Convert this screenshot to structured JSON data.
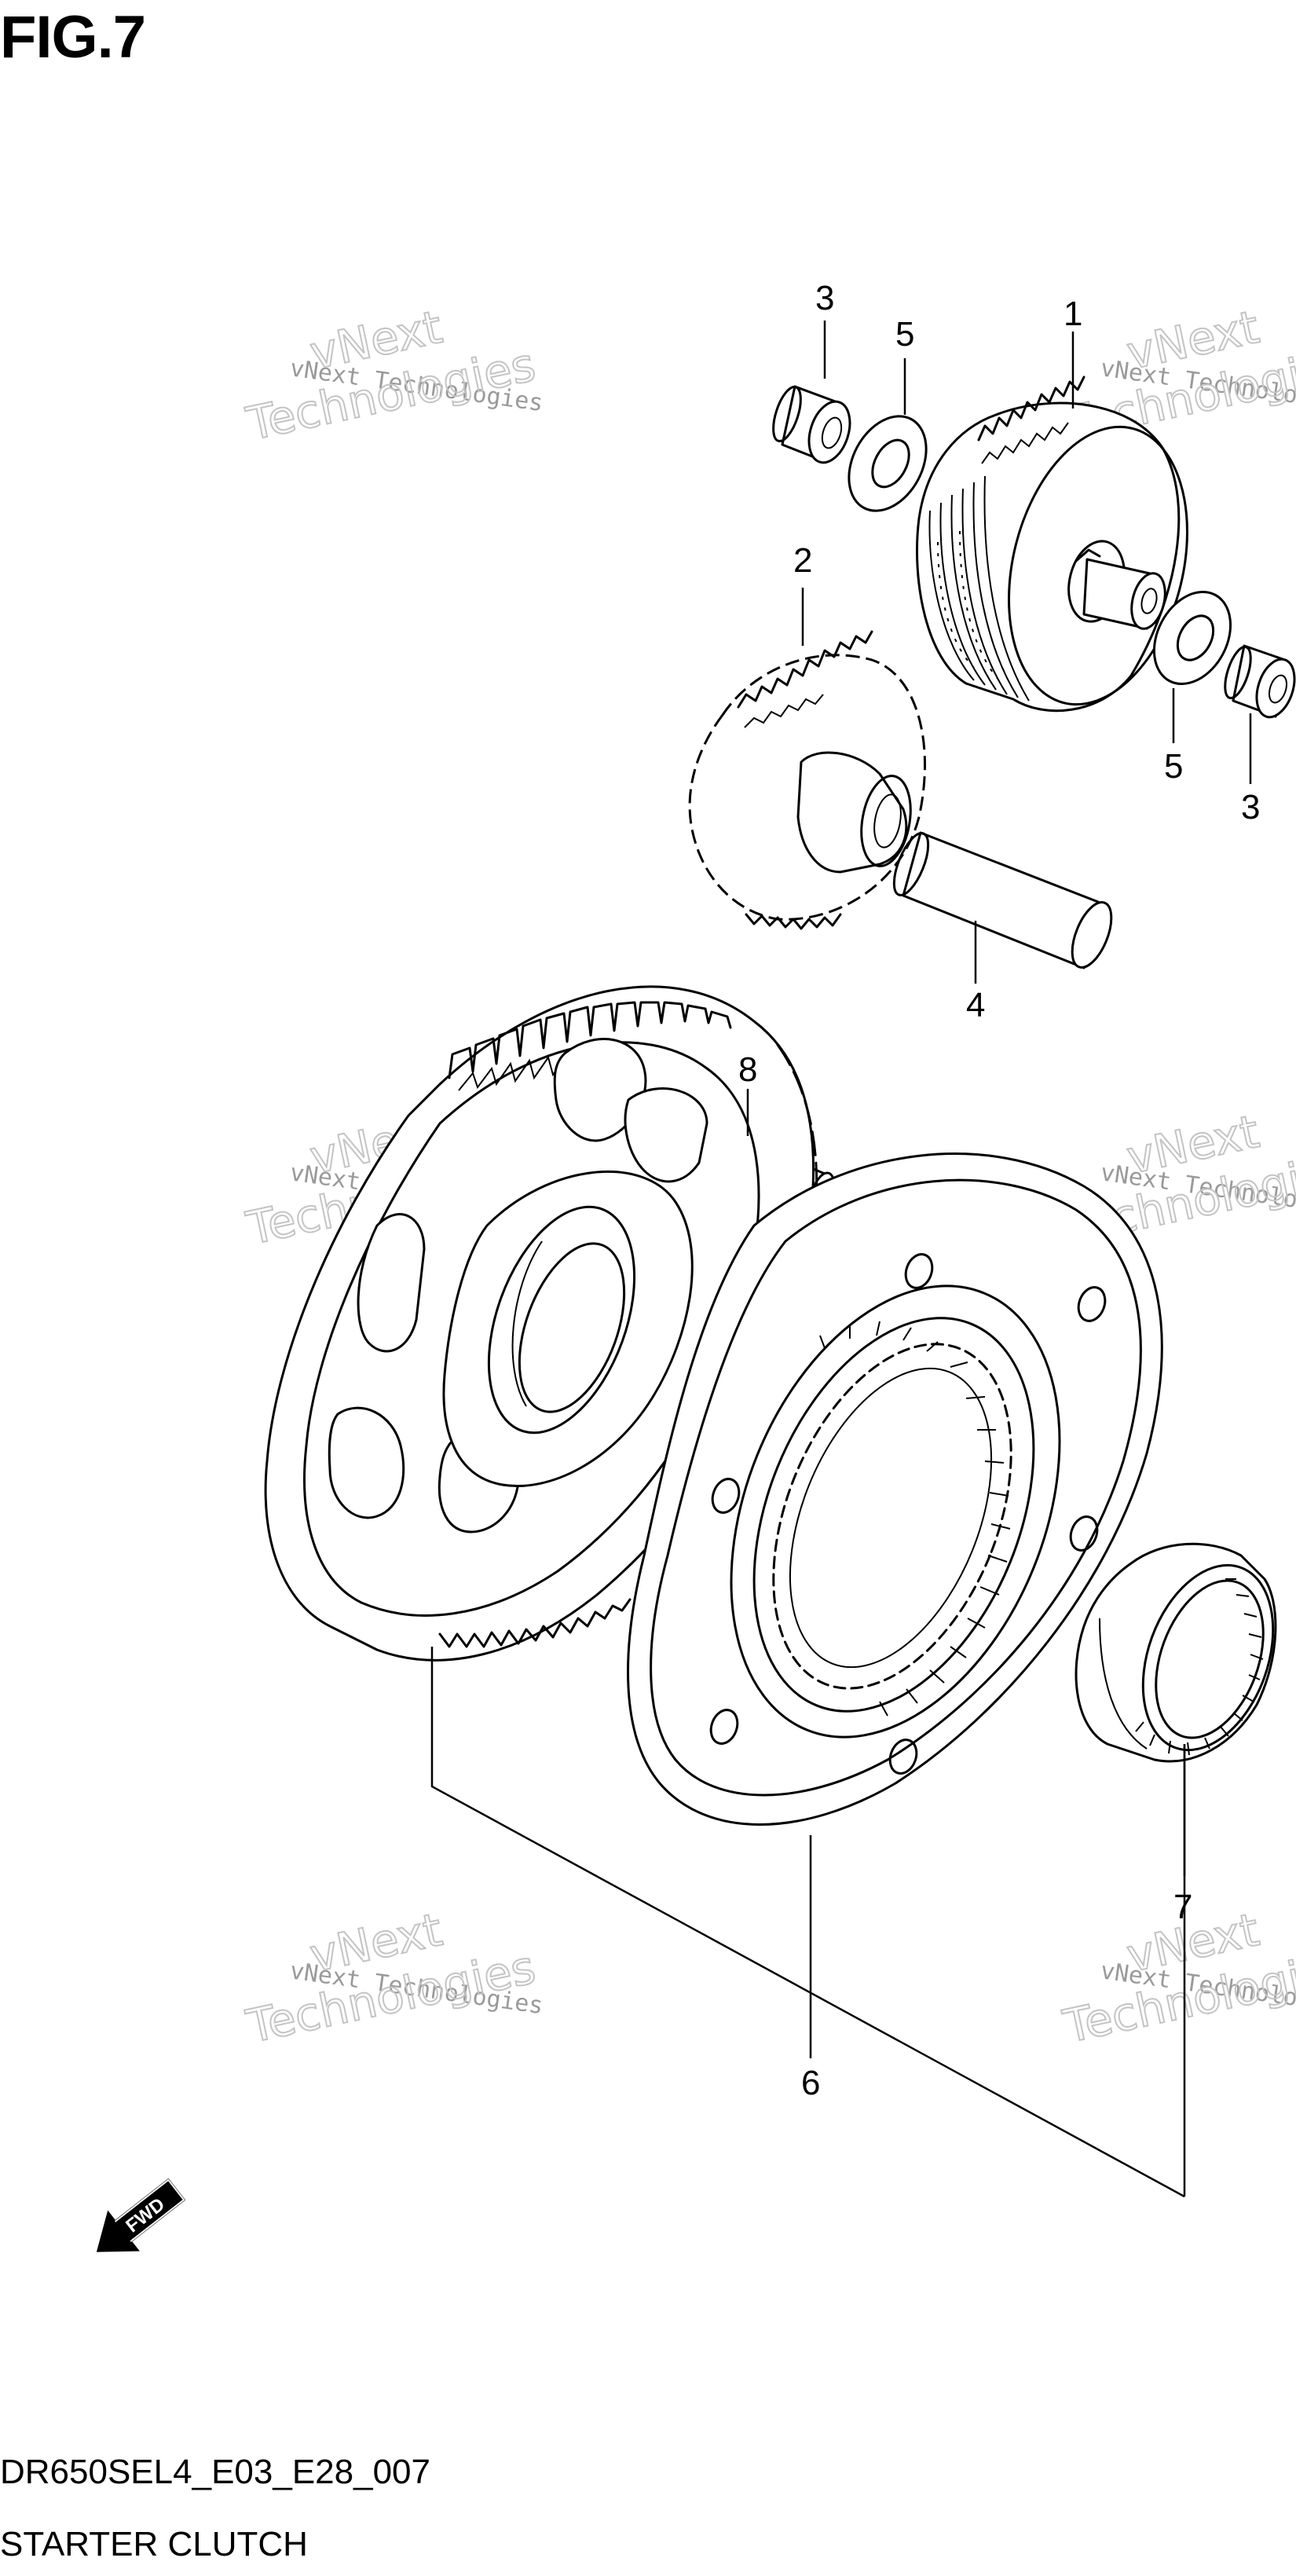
{
  "figure": {
    "title": "FIG.7"
  },
  "footer": {
    "code": "DR650SEL4_E03_E28_007",
    "name": "STARTER CLUTCH"
  },
  "callouts": {
    "c1": "1",
    "c2": "2",
    "c3a": "3",
    "c3b": "3",
    "c4": "4",
    "c5a": "5",
    "c5b": "5",
    "c6": "6",
    "c7": "7",
    "c8": "8"
  },
  "watermark": {
    "small": "vNext Technologies",
    "big_line1": "vNext",
    "big_line2": "Technologies"
  },
  "fwd_badge": {
    "label": "FWD"
  }
}
